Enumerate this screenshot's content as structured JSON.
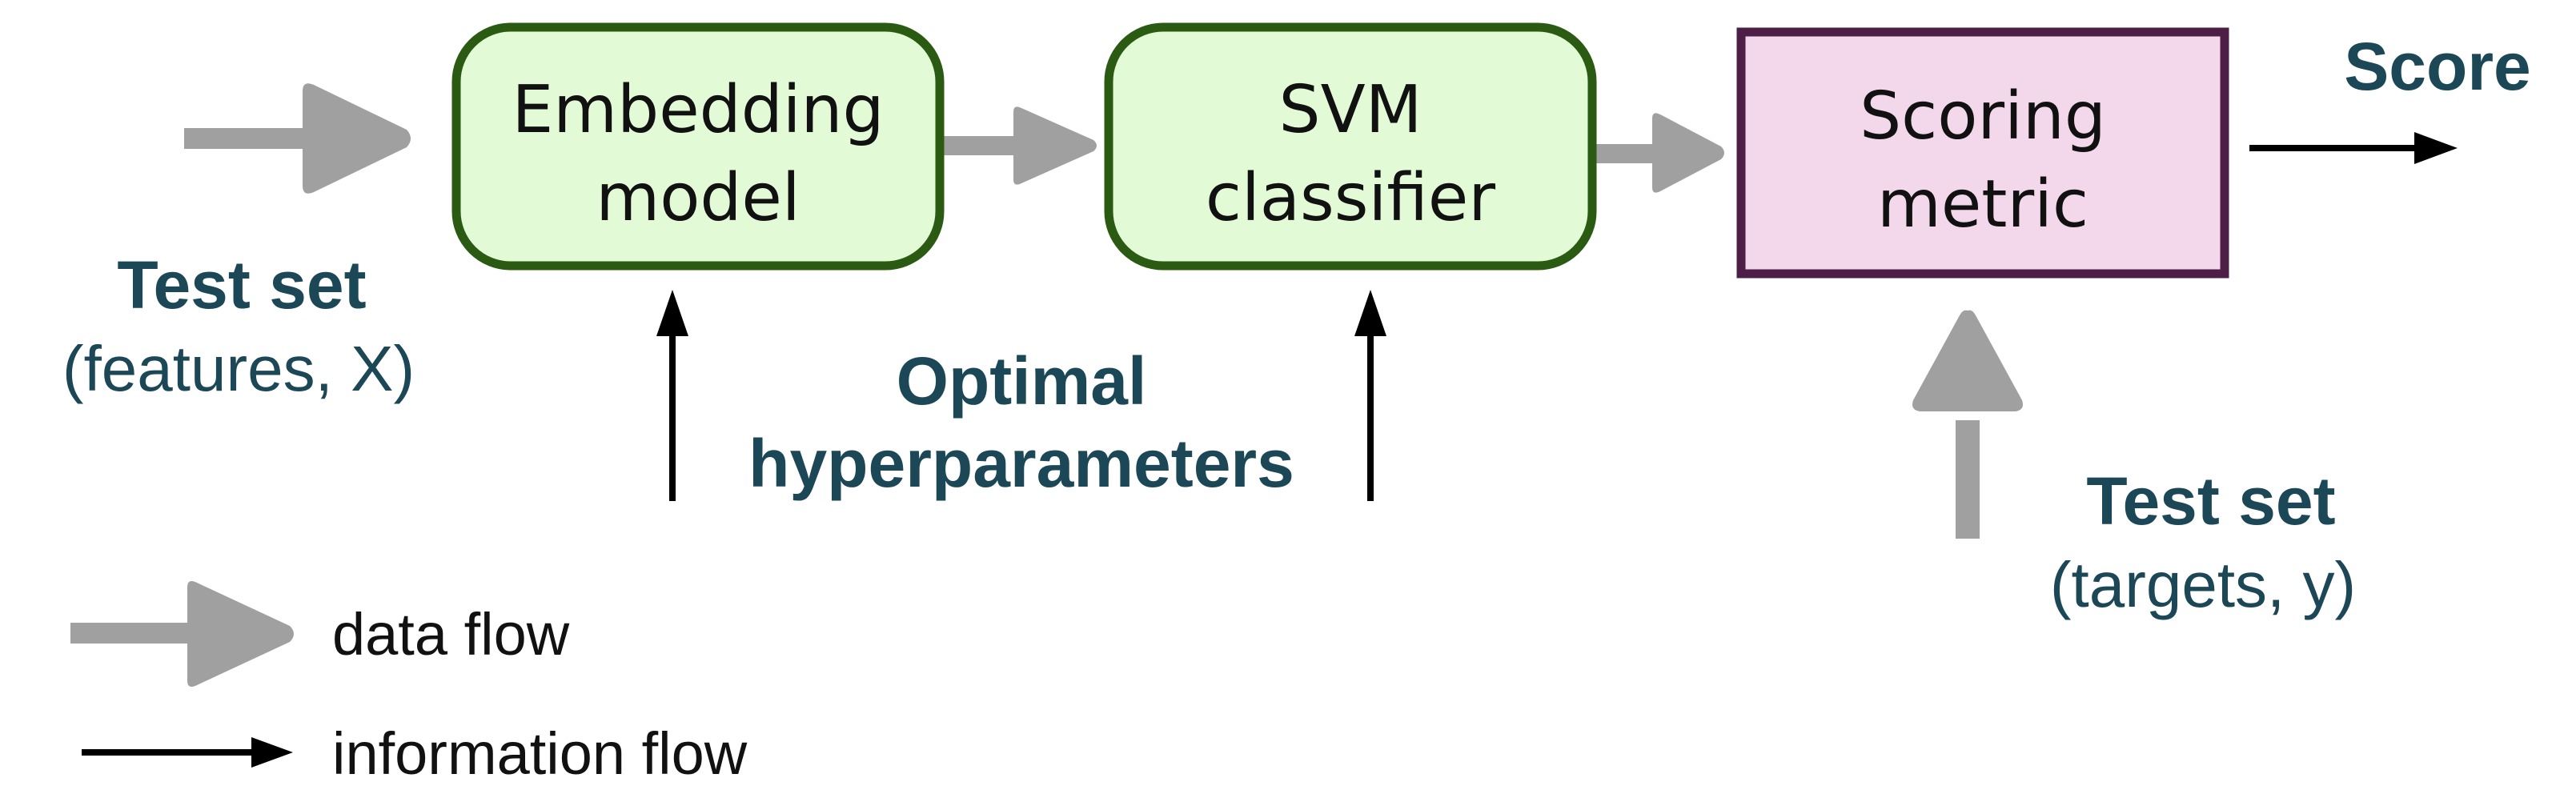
{
  "boxes": {
    "embedding": {
      "line1": "Embedding",
      "line2": "model"
    },
    "svm": {
      "line1": "SVM",
      "line2": "classifier"
    },
    "scoring": {
      "line1": "Scoring",
      "line2": "metric"
    }
  },
  "labels": {
    "score": "Score",
    "test_features_title": "Test set",
    "test_features_sub": "(features, X)",
    "hyper_line1": "Optimal",
    "hyper_line2": "hyperparameters",
    "test_targets_title": "Test set",
    "test_targets_sub": "(targets, y)"
  },
  "legend": {
    "data_flow": "data flow",
    "information_flow": "information flow"
  },
  "colors": {
    "green_fill": "#e3fad6",
    "green_stroke": "#2b5a12",
    "pink_fill": "#f3d7ea",
    "pink_stroke": "#4d1f46",
    "data_arrow": "#a0a0a0",
    "info_arrow": "#000000",
    "label_text": "#1b4756"
  }
}
